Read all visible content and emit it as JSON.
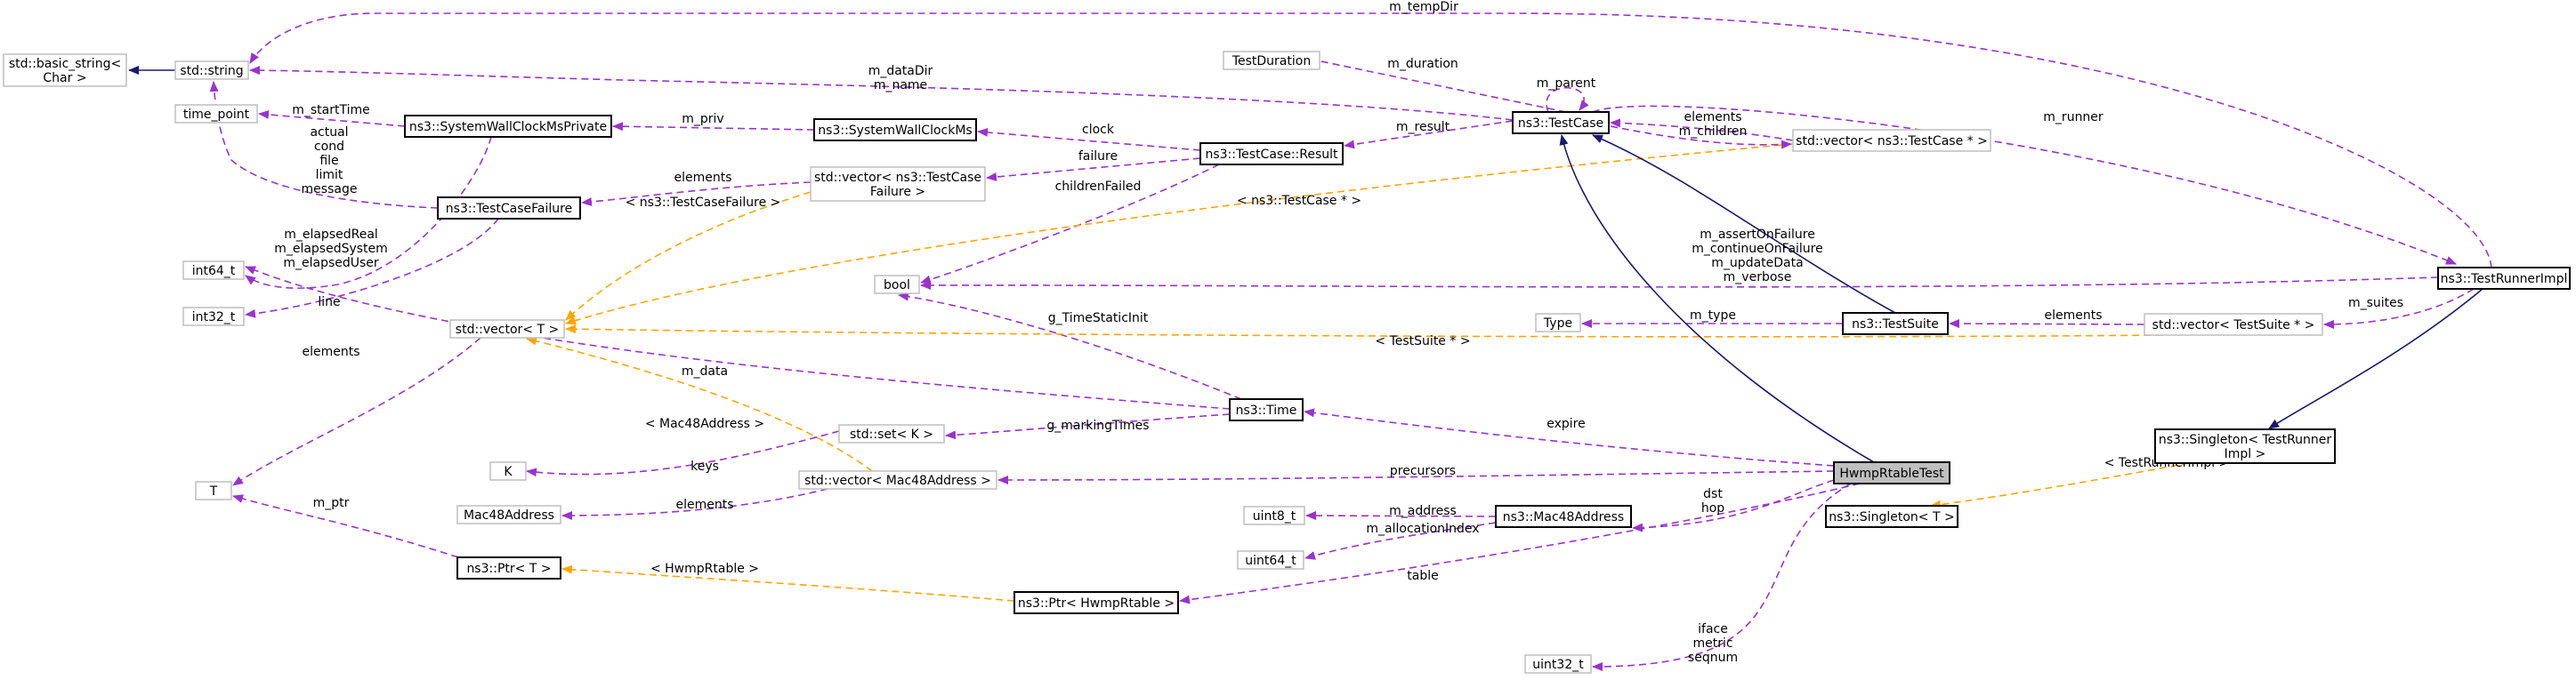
{
  "colors": {
    "member_edge": "#9a32cd",
    "template_edge": "#ffa500",
    "inheritance_edge": "#191970",
    "node_border_external": "#bfbfbf",
    "node_border_documented": "#000000",
    "focus_node_fill": "#bfbfbf"
  },
  "nodes": {
    "basic_string": [
      "std::basic_string<",
      "Char >"
    ],
    "std_string": [
      "std::string"
    ],
    "time_point": [
      "time_point"
    ],
    "clock_private": [
      "ns3::SystemWallClockMsPrivate"
    ],
    "int64": [
      "int64_t"
    ],
    "testcase_failure": [
      "ns3::TestCaseFailure"
    ],
    "int32": [
      "int32_t"
    ],
    "std_vector_t": [
      "std::vector< T >"
    ],
    "t": [
      "T"
    ],
    "k": [
      "K"
    ],
    "mac48": [
      "Mac48Address"
    ],
    "ptr_t": [
      "ns3::Ptr< T >"
    ],
    "clock_ms": [
      "ns3::SystemWallClockMs"
    ],
    "vec_failure": [
      "std::vector< ns3::TestCase",
      "Failure >"
    ],
    "bool": [
      "bool"
    ],
    "std_set": [
      "std::set< K >"
    ],
    "vec_mac48": [
      "std::vector< Mac48Address >"
    ],
    "test_duration": [
      "TestDuration"
    ],
    "testcase_result": [
      "ns3::TestCase::Result"
    ],
    "ns3_time": [
      "ns3::Time"
    ],
    "uint8": [
      "uint8_t"
    ],
    "uint64": [
      "uint64_t"
    ],
    "ns3_mac48": [
      "ns3::Mac48Address"
    ],
    "ptr_rtable": [
      "ns3::Ptr< HwmpRtable >"
    ],
    "uint32": [
      "uint32_t"
    ],
    "ns3_testcase": [
      "ns3::TestCase"
    ],
    "vec_testcase": [
      "std::vector< ns3::TestCase * >"
    ],
    "type": [
      "Type"
    ],
    "test_suite": [
      "ns3::TestSuite"
    ],
    "hwmp_test": [
      "HwmpRtableTest"
    ],
    "vec_testsuite": [
      "std::vector< TestSuite * >"
    ],
    "singleton_tri": [
      "ns3::Singleton< TestRunner",
      "Impl >"
    ],
    "singleton_t": [
      "ns3::Singleton< T >"
    ],
    "runner_impl": [
      "ns3::TestRunnerImpl"
    ]
  },
  "edge_labels": {
    "m_tempdir": [
      "m_tempDir"
    ],
    "m_datadir": [
      "m_dataDir",
      "m_name"
    ],
    "m_starttime": [
      "m_startTime"
    ],
    "failure_members": [
      "actual",
      "cond",
      "file",
      "limit",
      "message"
    ],
    "elapsed": [
      "m_elapsedReal",
      "m_elapsedSystem",
      "m_elapsedUser"
    ],
    "line": [
      "line"
    ],
    "elements_t": [
      "elements"
    ],
    "m_ptr": [
      "m_ptr"
    ],
    "m_priv": [
      "m_priv"
    ],
    "clock": [
      "clock"
    ],
    "elements_failure": [
      "elements"
    ],
    "tpl_failure": [
      "< ns3::TestCaseFailure >"
    ],
    "failure": [
      "failure"
    ],
    "children_failed": [
      "childrenFailed"
    ],
    "tpl_testcase": [
      "< ns3::TestCase * >"
    ],
    "m_duration": [
      "m_duration"
    ],
    "m_parent": [
      "m_parent"
    ],
    "m_result": [
      "m_result"
    ],
    "elements_children": [
      "elements"
    ],
    "m_children": [
      "m_children"
    ],
    "m_runner": [
      "m_runner"
    ],
    "runner_bools": [
      "m_assertOnFailure",
      "m_continueOnFailure",
      "m_updateData",
      "m_verbose"
    ],
    "g_timestaticinit": [
      "g_TimeStaticInit"
    ],
    "m_type": [
      "m_type"
    ],
    "elements_suite": [
      "elements"
    ],
    "m_suites": [
      "m_suites"
    ],
    "tpl_testsuite": [
      "< TestSuite * >"
    ],
    "m_data": [
      "m_data"
    ],
    "tpl_mac48": [
      "< Mac48Address >"
    ],
    "g_markingtimes": [
      "g_markingTimes"
    ],
    "keys": [
      "keys"
    ],
    "elements_mac": [
      "elements"
    ],
    "expire": [
      "expire"
    ],
    "precursors": [
      "precursors"
    ],
    "tpl_runnerimpl": [
      "< TestRunnerImpl >"
    ],
    "dst_hop": [
      "dst",
      "hop"
    ],
    "m_address": [
      "m_address"
    ],
    "m_allocationindex": [
      "m_allocationIndex"
    ],
    "tpl_rtable": [
      "< HwmpRtable >"
    ],
    "table": [
      "table"
    ],
    "iface": [
      "iface",
      "metric",
      "seqnum"
    ]
  }
}
